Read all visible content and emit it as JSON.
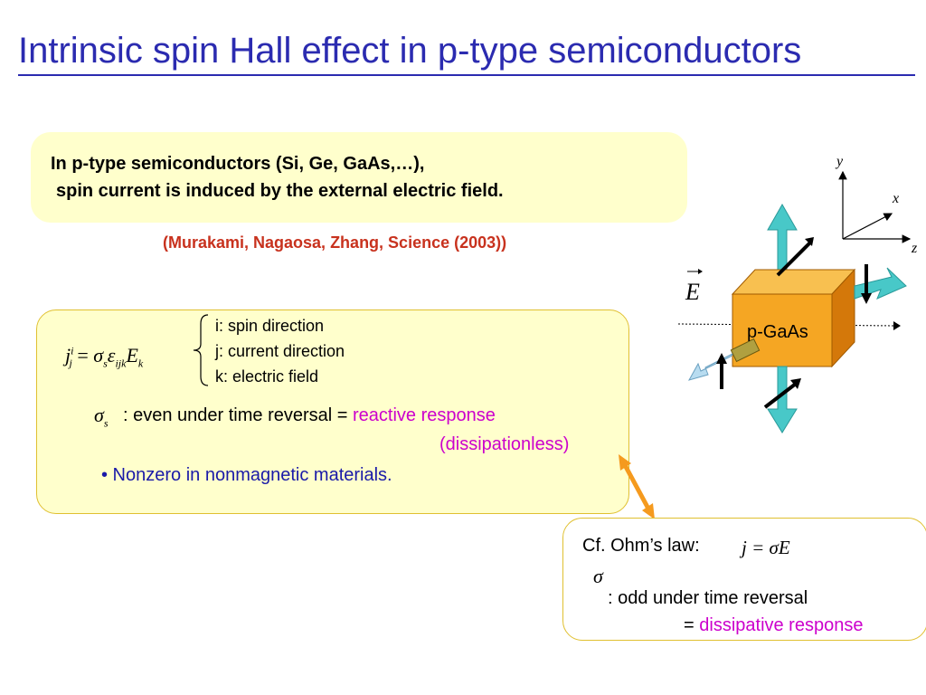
{
  "slide": {
    "title": "Intrinsic spin Hall effect in p-type semiconductors",
    "intro": {
      "line1": "In p-type semiconductors (Si, Ge, GaAs,…),",
      "line2": "spin current is induced by the external electric field."
    },
    "citation": "(Murakami, Nagaosa, Zhang, Science (2003))",
    "main_box": {
      "equation": {
        "j": "j",
        "sup_i": "i",
        "sub_j": "j",
        "equals": "=",
        "sigma": "σ",
        "sub_s": "s",
        "epsilon": "ε",
        "sub_ijk": "ijk",
        "E": "E",
        "sub_k": "k"
      },
      "indices": {
        "i": "i: spin direction",
        "j": "j: current direction",
        "k": "k: electric field"
      },
      "sigma_s": {
        "sigma": "σ",
        "sub": "s"
      },
      "even_text": ":  even under time reversal  = ",
      "reactive": "reactive response",
      "dissipationless": "(dissipationless)",
      "bullet": "• Nonzero in nonmagnetic materials."
    },
    "ohm_box": {
      "label": "Cf. Ohm’s law:",
      "equation": "j = σE",
      "sigma": "σ",
      "odd_text": ": odd under time reversal",
      "equals": "= ",
      "dissipative": "dissipative response"
    },
    "diagram": {
      "axis_y": "y",
      "axis_x": "x",
      "axis_z": "z",
      "field_label": "E",
      "material_label": "p-GaAs"
    },
    "colors": {
      "title": "#2b2bb0",
      "box_fill": "#ffffcc",
      "citation": "#c8321e",
      "magenta": "#cc00cc",
      "bullet": "#1a1aa8",
      "cube": "#f5a623",
      "arrow_teal": "#48c8c8",
      "connector": "#f59a1e"
    }
  }
}
